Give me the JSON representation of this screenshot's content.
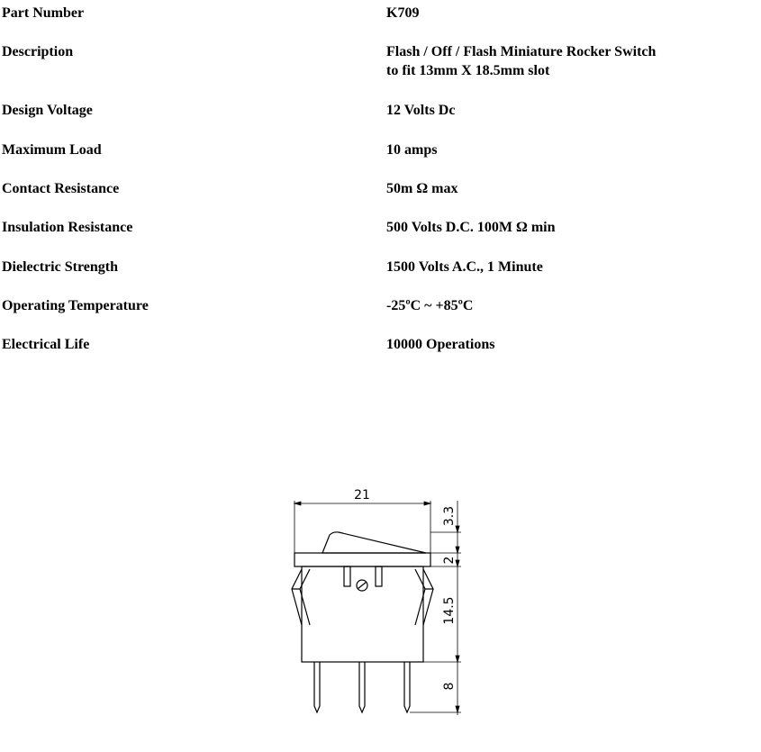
{
  "specs": [
    {
      "label": "Part Number",
      "value": [
        "K709"
      ]
    },
    {
      "label": "Description",
      "value": [
        "Flash / Off  / Flash Miniature Rocker Switch",
        "to fit 13mm X 18.5mm slot"
      ]
    },
    {
      "label": "Design Voltage",
      "value": [
        "12 Volts Dc"
      ]
    },
    {
      "label": "Maximum Load",
      "value": [
        "10 amps"
      ]
    },
    {
      "label": "Contact Resistance",
      "value": [
        "50m Ω max"
      ]
    },
    {
      "label": "Insulation Resistance",
      "value": [
        "500 Volts D.C. 100M Ω min"
      ]
    },
    {
      "label": "Dielectric Strength",
      "value": [
        "1500 Volts A.C., 1 Minute"
      ]
    },
    {
      "label": "Operating Temperature",
      "value": [
        "-25ºC  ~  +85ºC"
      ]
    },
    {
      "label": "Electrical Life",
      "value": [
        "10000 Operations"
      ]
    }
  ],
  "drawing": {
    "dim_width": "21",
    "dim_rocker_height": "3.3",
    "dim_bezel_height": "2",
    "dim_body_height": "14.5",
    "dim_terminal_length": "8"
  }
}
